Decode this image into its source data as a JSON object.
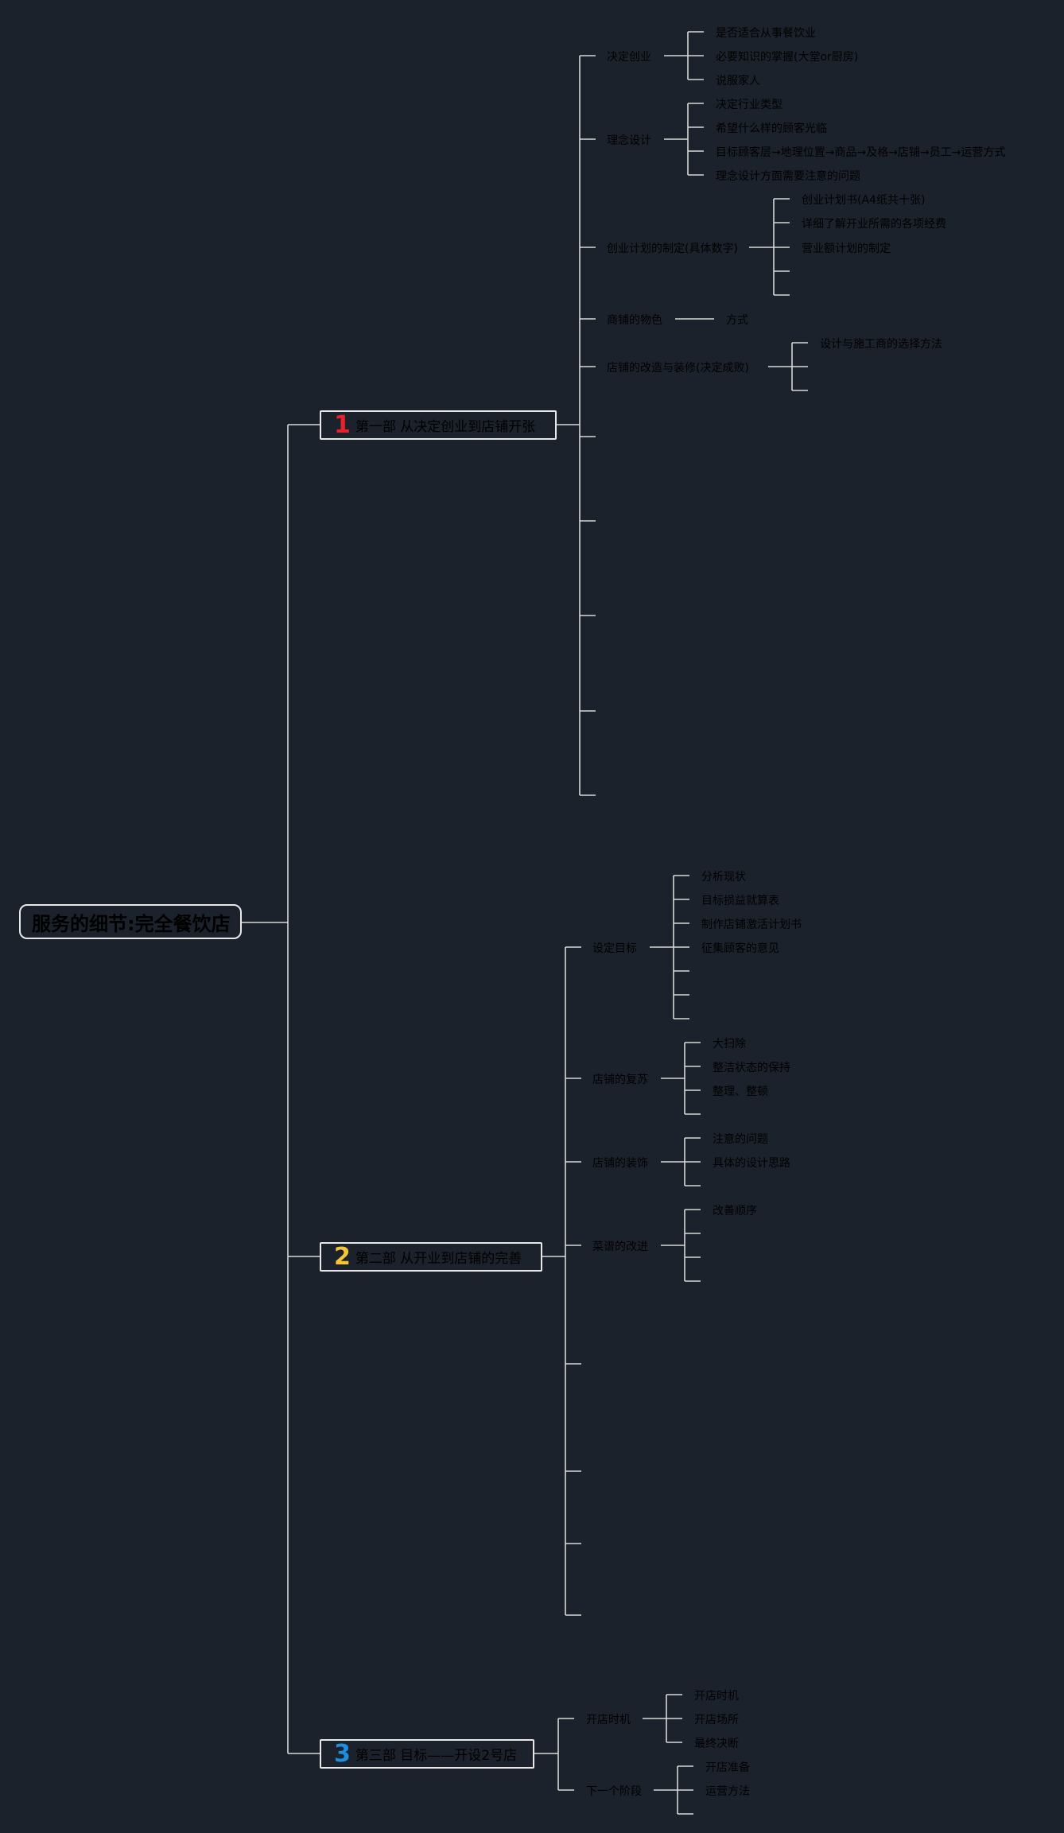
{
  "colors": {
    "background": "#1c222b",
    "line": "#d8d8d8",
    "text": "#000000",
    "num1": "#e8212f",
    "num2": "#f5c537",
    "num3": "#1e8ee0"
  },
  "root": {
    "label": "服务的细节:完全餐饮店"
  },
  "parts": [
    {
      "num": "1",
      "label": "第一部 从决定创业到店铺开张",
      "children": [
        {
          "label": "决定创业",
          "leaves": [
            "是否适合从事餐饮业",
            "必要知识的掌握(大堂or厨房)",
            "说服家人"
          ]
        },
        {
          "label": "理念设计",
          "leaves": [
            "决定行业类型",
            "希望什么样的顾客光临",
            "目标顾客层→地理位置→商品→及格→店铺→员工→运营方式",
            "理念设计方面需要注意的问题"
          ]
        },
        {
          "label": "创业计划的制定(具体数字)",
          "leaves": [
            "创业计划书(A4纸共十张)",
            "详细了解开业所需的各项经费",
            "营业额计划的制定",
            "",
            ""
          ]
        },
        {
          "label": "商铺的物色",
          "leaves": [
            "方式"
          ]
        },
        {
          "label": "店铺的改造与装修(决定成败)",
          "leaves": [
            "设计与施工商的选择方法",
            "",
            ""
          ]
        },
        {
          "label": "",
          "leaves": []
        },
        {
          "label": "",
          "leaves": []
        },
        {
          "label": "",
          "leaves": []
        },
        {
          "label": "",
          "leaves": []
        },
        {
          "label": "",
          "leaves": []
        }
      ]
    },
    {
      "num": "2",
      "label": "第二部 从开业到店铺的完善",
      "children": [
        {
          "label": "设定目标",
          "leaves": [
            "分析现状",
            "目标损益就算表",
            "制作店铺激活计划书",
            "征集顾客的意见",
            "",
            "",
            ""
          ]
        },
        {
          "label": "店铺的复苏",
          "leaves": [
            "大扫除",
            "整洁状态的保持",
            "整理、整顿",
            ""
          ]
        },
        {
          "label": "店铺的装饰",
          "leaves": [
            "注意的问题",
            "具体的设计思路",
            ""
          ]
        },
        {
          "label": "菜谱的改进",
          "leaves": [
            "改善顺序",
            "",
            "",
            ""
          ]
        },
        {
          "label": "",
          "leaves": []
        },
        {
          "label": "",
          "leaves": []
        },
        {
          "label": "",
          "leaves": []
        },
        {
          "label": "",
          "leaves": []
        }
      ]
    },
    {
      "num": "3",
      "label": "第三部 目标——开设2号店",
      "children": [
        {
          "label": "开店时机",
          "leaves": [
            "开店时机",
            "开店场所",
            "最终决断"
          ]
        },
        {
          "label": "下一个阶段",
          "leaves": [
            "开店准备",
            "运营方法",
            ""
          ]
        }
      ]
    }
  ]
}
